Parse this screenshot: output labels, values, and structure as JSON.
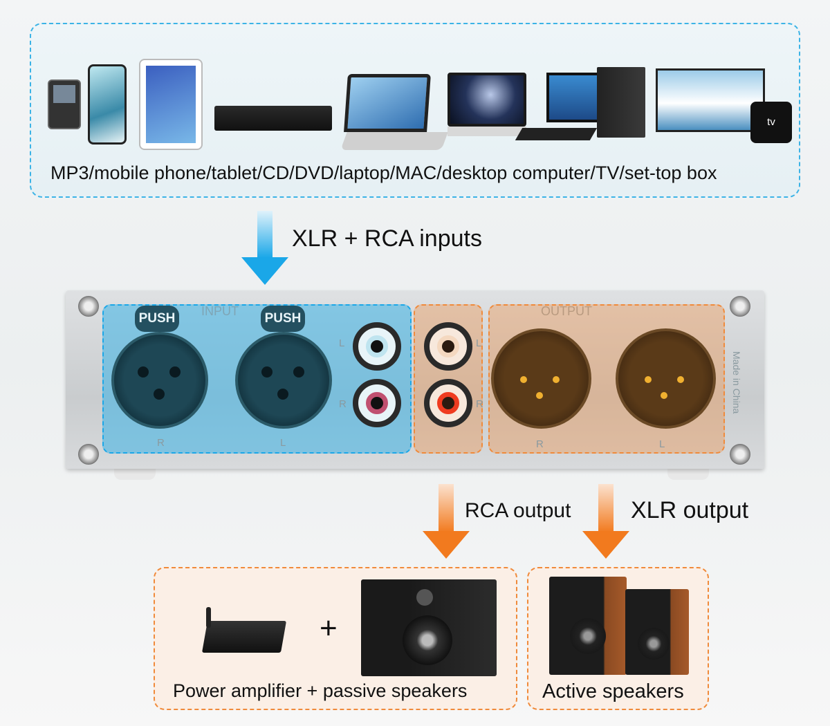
{
  "sources": {
    "caption": "MP3/mobile phone/tablet/CD/DVD/laptop/MAC/desktop computer/TV/set-top box",
    "devices": [
      "mp3-player",
      "mobile-phone",
      "tablet",
      "cd-dvd-player",
      "laptop",
      "mac",
      "desktop-computer",
      "tv",
      "set-top-box"
    ],
    "settop_logo": "tv"
  },
  "input_arrow": {
    "label": "XLR + RCA inputs",
    "color": "#1aa7e8"
  },
  "panel": {
    "input_label": "INPUT",
    "output_label": "OUTPUT",
    "push": "PUSH",
    "r": "R",
    "l": "L",
    "made_in": "Made in China",
    "input_color": "#3bb3e6",
    "output_color": "#f08a3a"
  },
  "outputs": {
    "rca_label": "RCA output",
    "xlr_label": "XLR output",
    "arrow_color": "#f27a1e",
    "passive": {
      "caption": "Power amplifier + passive speakers",
      "plus": "+"
    },
    "active": {
      "caption": "Active speakers"
    }
  }
}
